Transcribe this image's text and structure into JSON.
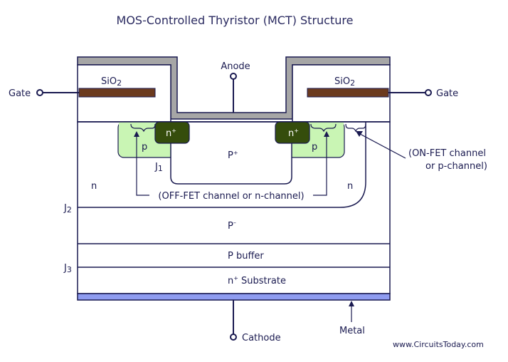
{
  "title": "MOS-Controlled Thyristor (MCT) Structure",
  "terminals": {
    "anode": "Anode",
    "gate_left": "Gate",
    "gate_right": "Gate",
    "cathode": "Cathode"
  },
  "oxide": {
    "left": "SiO",
    "right": "SiO",
    "subscript": "2"
  },
  "regions": {
    "n_plus_left": "n",
    "n_plus_right": "n",
    "plus": "+",
    "p_left": "p",
    "p_right": "p",
    "p_plus": "P",
    "n_left": "n",
    "n_right": "n",
    "p_minus": "P",
    "minus": "–",
    "p_buffer": "P buffer",
    "n_substrate": "Substrate",
    "n_substrate_prefix": "n"
  },
  "junctions": {
    "j1": "J",
    "j1_sub": "1",
    "j2": "J",
    "j2_sub": "2",
    "j3": "J",
    "j3_sub": "3"
  },
  "annotations": {
    "off_fet": "(OFF-FET channel or n-channel)",
    "on_fet_line1": "(ON-FET channel",
    "on_fet_line2": "or p-channel)",
    "metal": "Metal"
  },
  "credit": "www.CircuitsToday.com",
  "colors": {
    "outline": "#1a1a50",
    "metal_top": "#a6a6a6",
    "metal_bottom": "#8f9cf0",
    "gate_poly": "#6b3a1e",
    "n_plus": "#354d0c",
    "p_region": "#c9f5b4"
  }
}
